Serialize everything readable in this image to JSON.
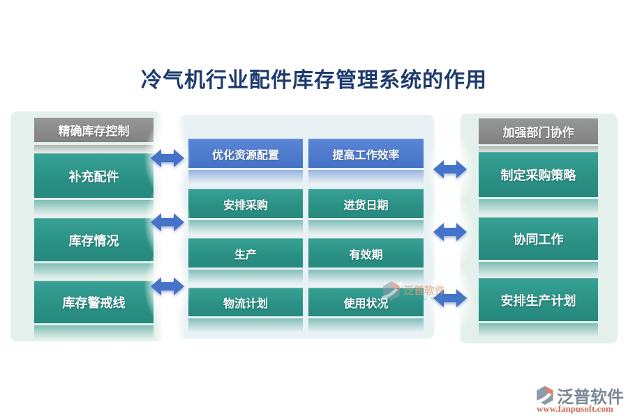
{
  "title": "冷气机行业配件库存管理系统的作用",
  "left_panel": {
    "header": "精确库存控制",
    "items": [
      "补充配件",
      "库存情况",
      "库存警戒线"
    ]
  },
  "middle_panel": {
    "rows": [
      {
        "left": "优化资源配置",
        "right": "提高工作效率",
        "style": "blue"
      },
      {
        "left": "安排采购",
        "right": "进货日期",
        "style": "teal"
      },
      {
        "left": "生产",
        "right": "有效期",
        "style": "teal"
      },
      {
        "left": "物流计划",
        "right": "使用状况",
        "style": "teal"
      }
    ]
  },
  "right_panel": {
    "header": "加强部门协作",
    "items": [
      "制定采购策略",
      "协同工作",
      "安排生产计划"
    ]
  },
  "watermark": {
    "brand": "泛普软件",
    "subtitle": "FANPU SOFTWARE"
  },
  "footer": {
    "brand": "泛普软件",
    "url": "www.fanpusoft.com"
  },
  "icons": {
    "connector": "double-headed-arrow",
    "logo": "fanpu-hexagon-logo"
  },
  "colors": {
    "title_text": "#1c3a6e",
    "teal_box": "#2b9185",
    "blue_box": "#4472c4",
    "gray_header": "#8b8b8b",
    "panel_mint": "#e4f0eb",
    "panel_ice": "#e8f1f3",
    "arrow_blue": "#4573c9",
    "footer_url": "#cd6b50",
    "footer_name": "#7b8795"
  }
}
